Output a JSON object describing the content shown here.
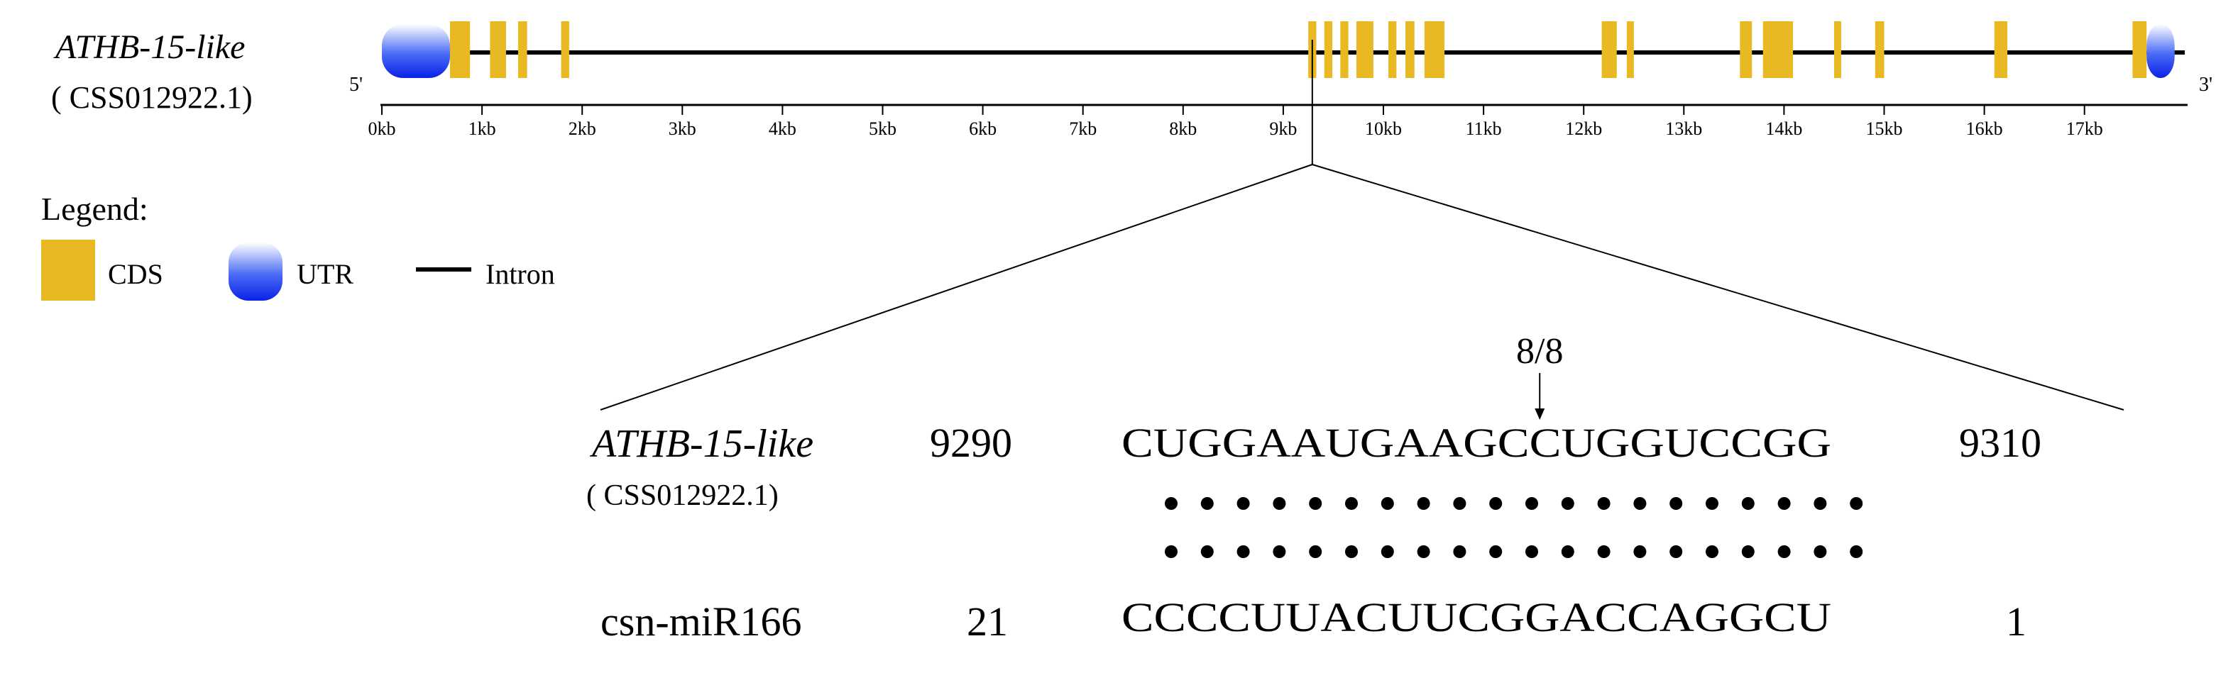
{
  "gene": {
    "name": "ATHB-15-like",
    "accession": "( CSS012922.1)",
    "five_prime": "5'",
    "three_prime": "3'",
    "length_kb": 17.9,
    "utr_5": {
      "start": 0.0,
      "end": 0.68
    },
    "utr_3": {
      "start": 17.62,
      "end": 17.9
    },
    "cds": [
      {
        "start": 0.68,
        "end": 0.88
      },
      {
        "start": 1.08,
        "end": 1.24
      },
      {
        "start": 1.36,
        "end": 1.45
      },
      {
        "start": 1.79,
        "end": 1.87
      },
      {
        "start": 9.25,
        "end": 9.33
      },
      {
        "start": 9.41,
        "end": 9.49
      },
      {
        "start": 9.57,
        "end": 9.65
      },
      {
        "start": 9.73,
        "end": 9.9
      },
      {
        "start": 10.05,
        "end": 10.13
      },
      {
        "start": 10.22,
        "end": 10.31
      },
      {
        "start": 10.41,
        "end": 10.61
      },
      {
        "start": 12.18,
        "end": 12.33
      },
      {
        "start": 12.43,
        "end": 12.5
      },
      {
        "start": 13.56,
        "end": 13.68
      },
      {
        "start": 13.79,
        "end": 14.09
      },
      {
        "start": 14.5,
        "end": 14.56
      },
      {
        "start": 14.91,
        "end": 15.0
      },
      {
        "start": 16.1,
        "end": 16.23
      },
      {
        "start": 17.48,
        "end": 17.62
      }
    ],
    "ticks": [
      "0kb",
      "1kb",
      "2kb",
      "3kb",
      "4kb",
      "5kb",
      "6kb",
      "7kb",
      "8kb",
      "9kb",
      "10kb",
      "11kb",
      "12kb",
      "13kb",
      "14kb",
      "15kb",
      "16kb",
      "17kb"
    ],
    "target_site_kb": 9.29
  },
  "legend": {
    "title": "Legend:",
    "cds_label": "CDS",
    "utr_label": "UTR",
    "intron_label": "Intron",
    "colors": {
      "cds": "#e8b923",
      "utr": "#1a3cf0",
      "intron": "#000000"
    }
  },
  "alignment": {
    "target_name": "ATHB-15-like",
    "target_accession": "( CSS012922.1)",
    "target_start": "9290",
    "target_seq": "CUGGAAUGAAGCCUGGUCCGG",
    "target_end": "9310",
    "mirna_name": "csn-miR166",
    "mirna_start": "21",
    "mirna_seq": "CCCCUUACUUCGGACCAGGCU",
    "mirna_end": "1",
    "cleavage_label": "8/8",
    "cleavage_after_index": 12,
    "pair_count": 20
  }
}
